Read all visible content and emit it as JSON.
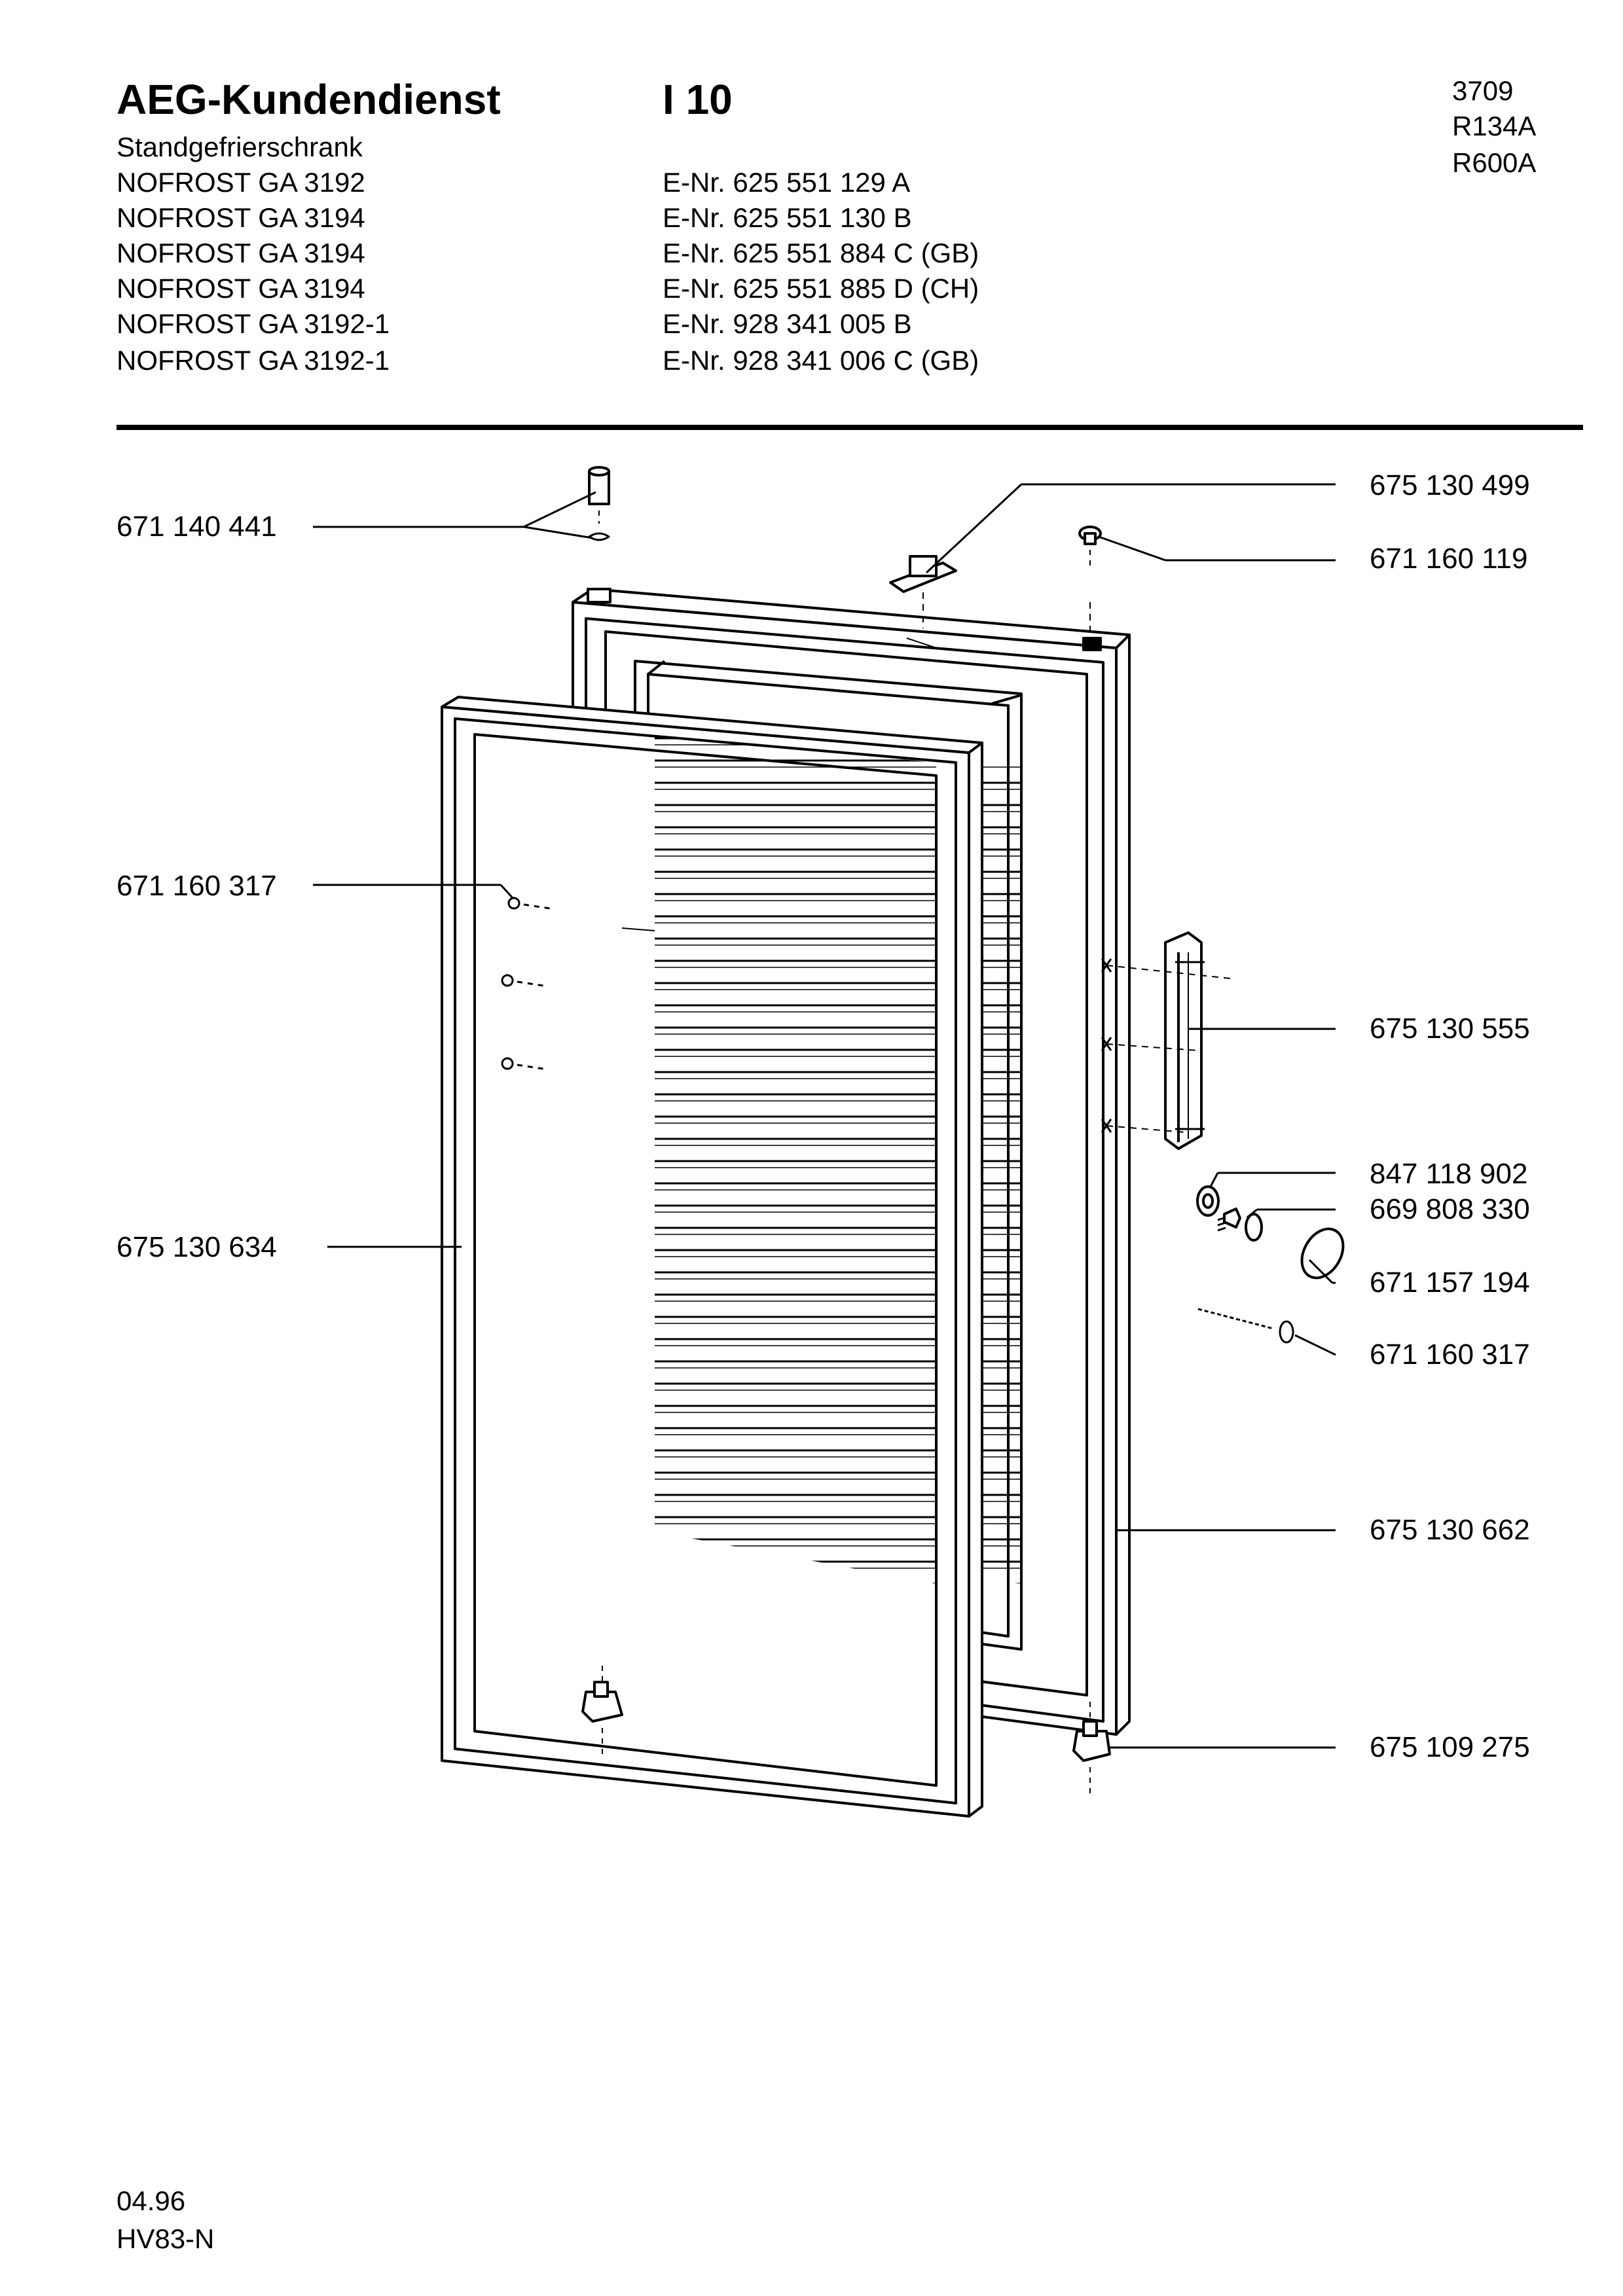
{
  "header": {
    "brand": "AEG-Kundendienst",
    "section": "I 10",
    "product_type": "Standgefrierschrank",
    "codes": [
      "3709",
      "R134A",
      "R600A"
    ],
    "models": [
      {
        "model": "NOFROST GA 3192",
        "enr": "E-Nr. 625 551 129 A"
      },
      {
        "model": "NOFROST GA 3194",
        "enr": "E-Nr. 625 551 130 B"
      },
      {
        "model": "NOFROST GA 3194",
        "enr": "E-Nr. 625 551 884 C  (GB)"
      },
      {
        "model": "NOFROST GA 3194",
        "enr": "E-Nr. 625 551 885 D  (CH)"
      },
      {
        "model": "NOFROST GA 3192-1",
        "enr": "E-Nr. 928 341 005 B"
      },
      {
        "model": "NOFROST GA 3192-1",
        "enr": "E-Nr. 928 341 006 C  (GB)"
      }
    ]
  },
  "parts": {
    "p1": "671 140 441",
    "p2": "675 130 499",
    "p3": "671 160 119",
    "p4": "671 160 317",
    "p5": "675 130 555",
    "p6": "847 118 902",
    "p7": "669 808 330",
    "p8": "675 130 634",
    "p9": "671 157 194",
    "p10": "671 160 317",
    "p11": "675 130 662",
    "p12": "675 109 275"
  },
  "footer": {
    "date": "04.96",
    "ref": "HV83-N"
  }
}
